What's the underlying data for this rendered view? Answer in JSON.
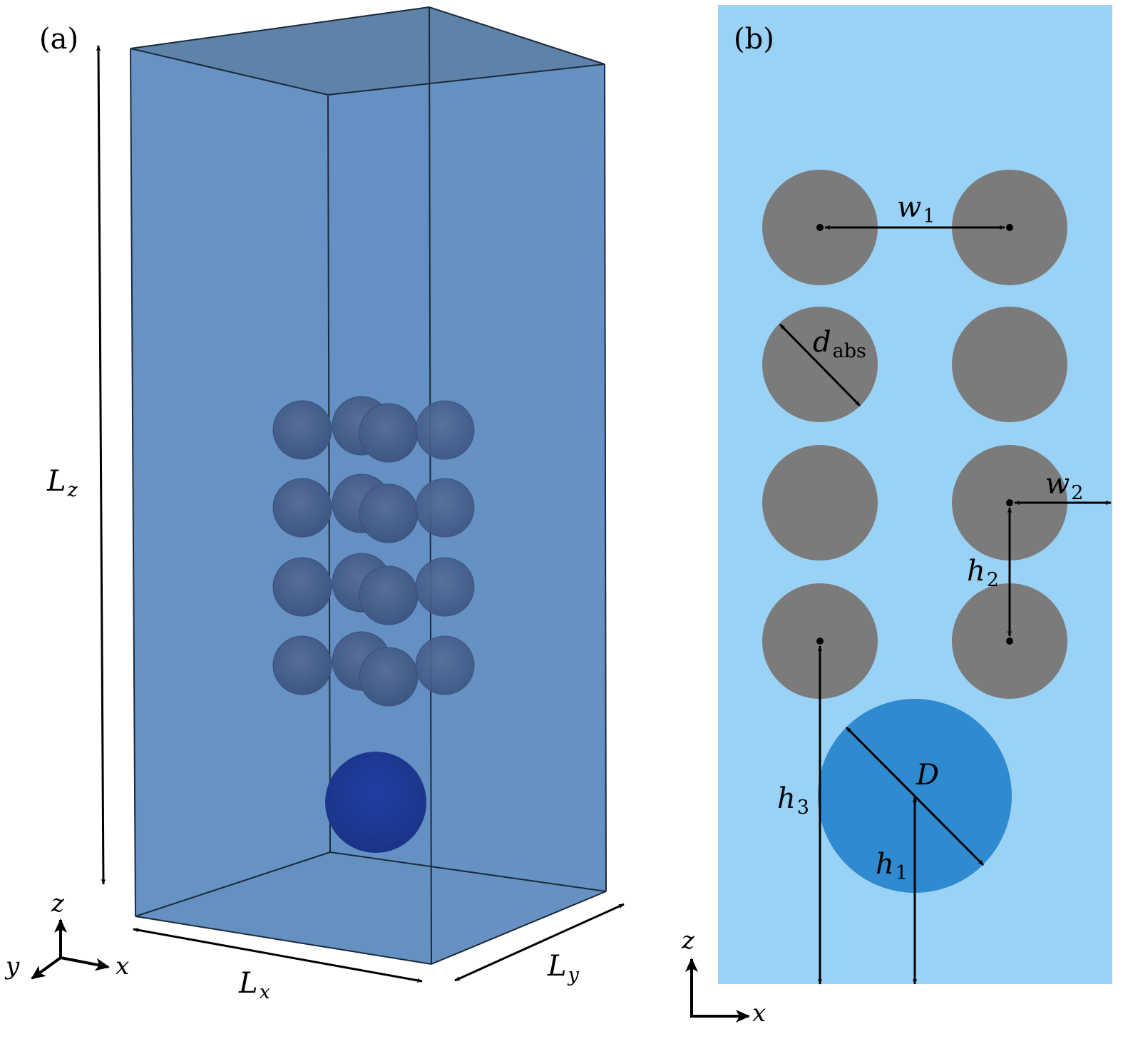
{
  "figure": {
    "colors": {
      "domain_box_face": "#6692c4",
      "domain_box_top": "#5f82a9",
      "domain_box_edge": "#1a2a3a",
      "absorber_3d": "#46608e",
      "particle_3d": "#1f3c9a",
      "panel_b_background": "#9ad2f5",
      "absorber_2d": "#7b7b7b",
      "particle_2d": "#2f8ad0",
      "annotation": "#000000"
    },
    "panel_a": {
      "label": "(a)",
      "dimension_labels": {
        "Lz": {
          "main": "L",
          "sub": "z"
        },
        "Lx": {
          "main": "L",
          "sub": "x"
        },
        "Ly": {
          "main": "L",
          "sub": "y"
        }
      },
      "axes_triad": {
        "z": "z",
        "y": "y",
        "x": "x"
      },
      "absorber_array": {
        "rows": 4,
        "per_row": 4
      },
      "particle_count": 1
    },
    "panel_b": {
      "label": "(b)",
      "absorber_grid": {
        "rows": 4,
        "columns": 2
      },
      "annotations": {
        "w1": {
          "main": "w",
          "sub": "1"
        },
        "d_abs": {
          "main": "d",
          "sub": "abs"
        },
        "w2": {
          "main": "w",
          "sub": "2"
        },
        "h2": {
          "main": "h",
          "sub": "2"
        },
        "h3": {
          "main": "h",
          "sub": "3"
        },
        "D": {
          "main": "D"
        },
        "h1": {
          "main": "h",
          "sub": "1"
        }
      },
      "axes_triad": {
        "z": "z",
        "x": "x"
      }
    }
  }
}
